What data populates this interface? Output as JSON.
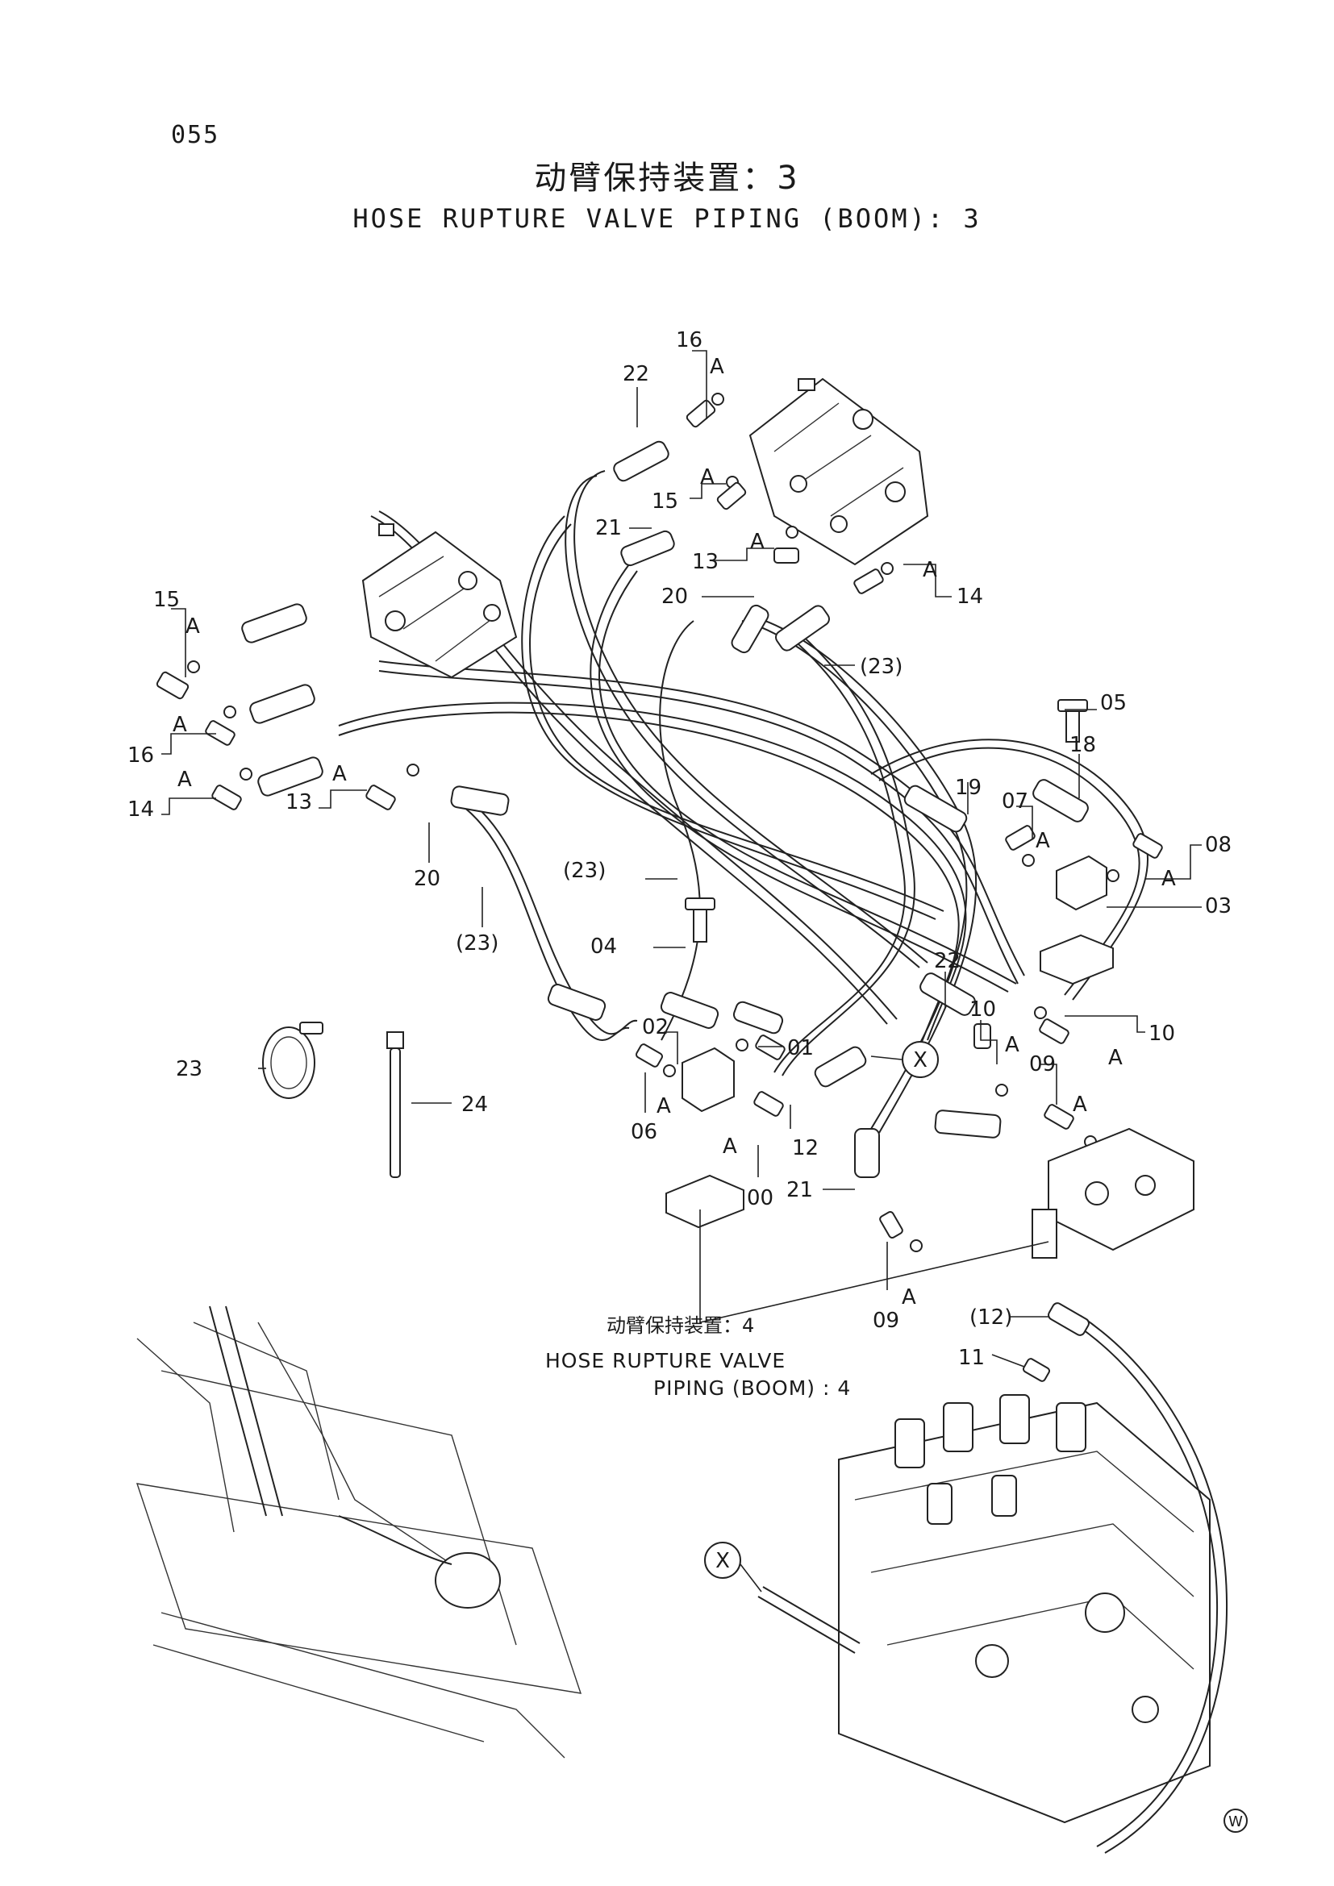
{
  "page": {
    "number": "055"
  },
  "title": {
    "cn": "动臂保持装置：3",
    "en": "HOSE RUPTURE VALVE PIPING (BOOM): 3"
  },
  "callouts": {
    "c16a": "16",
    "c22a": "22",
    "c15a": "15",
    "c21a": "21",
    "c13a": "13",
    "c20a": "20",
    "c14a": "14",
    "c23a": "(23)",
    "c05": "05",
    "c18": "18",
    "c15b": "15",
    "c16b": "16",
    "c14b": "14",
    "c13b": "13",
    "c20b": "20",
    "c23b": "(23)",
    "c19": "19",
    "c07": "07",
    "c08": "08",
    "c03": "03",
    "c23c": "(23)",
    "c04": "04",
    "c22b": "22",
    "c10a": "10",
    "c10b": "10",
    "c02": "02",
    "c01": "01",
    "c09a": "09",
    "c23": "23",
    "c24": "24",
    "c06": "06",
    "c12": "12",
    "c00": "00",
    "c21b": "21",
    "c09b": "09",
    "c12p": "(12)",
    "c11": "11"
  },
  "seal_marks": {
    "a1": "A",
    "a2": "A",
    "a3": "A",
    "a4": "A",
    "a5": "A",
    "a6": "A",
    "a7": "A",
    "a8": "A",
    "a9": "A",
    "a10": "A",
    "a11": "A",
    "a12": "A",
    "a13": "A",
    "a14": "A",
    "a15": "A",
    "a16": "A"
  },
  "view_marks": {
    "x1": "X",
    "x2": "X",
    "w": "W"
  },
  "reference": {
    "cn": "动臂保持装置：4",
    "en_line1": "HOSE RUPTURE VALVE",
    "en_line2": "PIPING (BOOM) : 4"
  }
}
